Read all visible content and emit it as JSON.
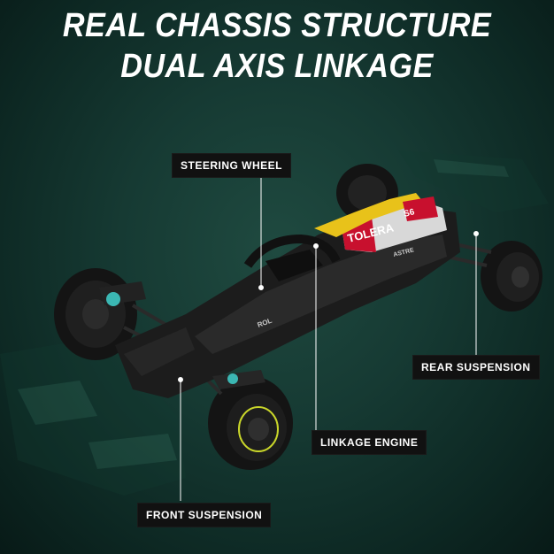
{
  "headline": {
    "line1": "REAL CHASSIS STRUCTURE",
    "line2": "DUAL AXIS LINKAGE"
  },
  "callouts": {
    "steering_wheel": "STEERING WHEEL",
    "rear_suspension": "REAR SUSPENSION",
    "linkage_engine": "LINKAGE ENGINE",
    "front_suspension": "FRONT SUSPENSION"
  },
  "car_markings": {
    "sponsor": "TOLERA",
    "number": "S6",
    "sidepod": "ASTRE",
    "nose": "ROL"
  },
  "colors": {
    "background": "#163a33",
    "car_body": "#1c1c1c",
    "accent_yellow": "#e8c21a",
    "accent_red": "#c8102e",
    "callout_bg": "#111111",
    "callout_text": "#ffffff"
  }
}
